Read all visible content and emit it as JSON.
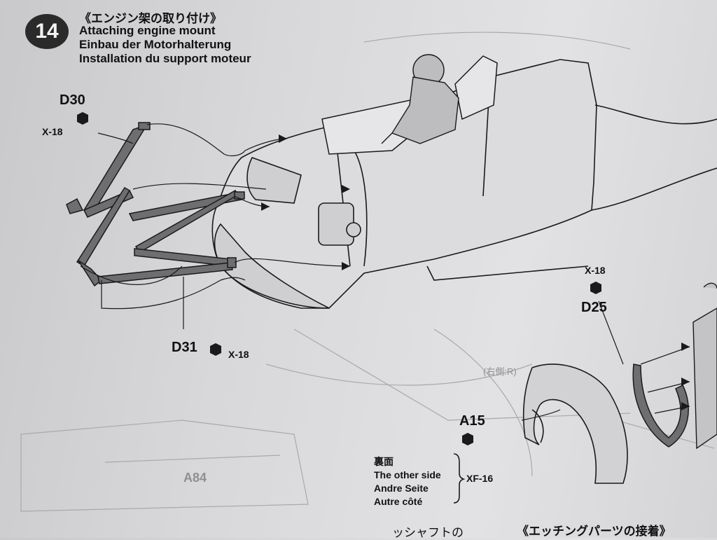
{
  "step": {
    "number": "14",
    "title_jp": "《エンジン架の取り付け》",
    "title_en": "Attaching engine mount",
    "title_de": "Einbau der Motorhalterung",
    "title_fr": "Installation du support moteur"
  },
  "parts": {
    "d30": {
      "label": "D30",
      "paint": "X-18"
    },
    "d31": {
      "label": "D31",
      "paint": "X-18"
    },
    "d25": {
      "label": "D25",
      "paint": "X-18"
    },
    "a15": {
      "label": "A15"
    }
  },
  "other_side_note": {
    "jp": "裏面",
    "en": "The other side",
    "de": "Andre Seite",
    "fr": "Autre côté",
    "paint": "XF-16"
  },
  "next_step_title_jp": "《エッチングパーツの接着》",
  "bottom_fragment_jp": "ッシャフトの",
  "show_through": {
    "part_code": "A84",
    "side_note": "(右側:R)"
  },
  "colors": {
    "paper": "#d8d8da",
    "ink": "#1a1a1a",
    "part_fill": "#6e6e70",
    "badge": "#2a2a2a"
  }
}
